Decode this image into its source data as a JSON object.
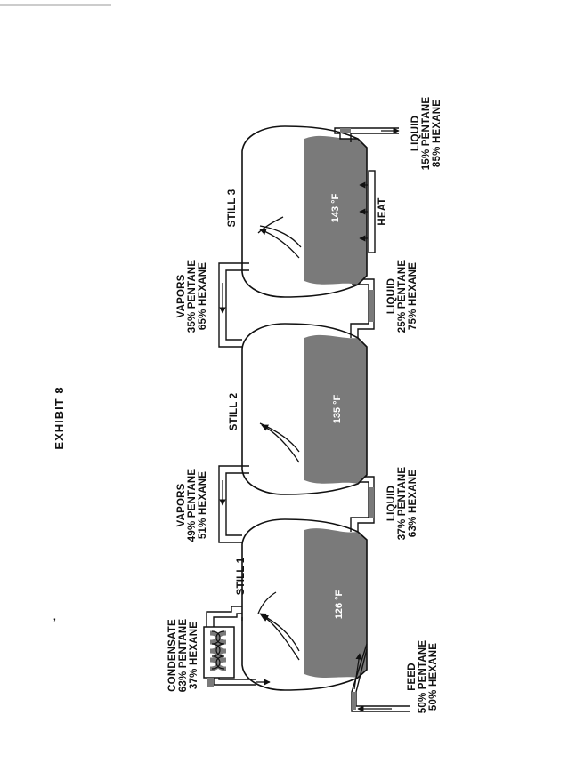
{
  "title": "EXHIBIT 8",
  "stills": [
    {
      "name": "STILL 1",
      "temperature": "126 °F"
    },
    {
      "name": "STILL 2",
      "temperature": "135 °F"
    },
    {
      "name": "STILL 3",
      "temperature": "143 °F"
    }
  ],
  "condensate": [
    "CONDENSATE",
    "63% PENTANE",
    "37% HEXANE"
  ],
  "feed": [
    "FEED",
    "50% PENTANE",
    "50% HEXANE"
  ],
  "vapors_1": [
    "VAPORS",
    "49% PENTANE",
    "51% HEXANE"
  ],
  "vapors_2": [
    "VAPORS",
    "35% PENTANE",
    "65% HEXANE"
  ],
  "liquid_1": [
    "LIQUID",
    "37% PENTANE",
    "63% HEXANE"
  ],
  "liquid_2": [
    "LIQUID",
    "25% PENTANE",
    "75% HEXANE"
  ],
  "liquid_out": [
    "LIQUID",
    "15% PENTANE",
    "85% HEXANE"
  ],
  "heat_label": "HEAT",
  "colors": {
    "liquid": "#7a7a7a",
    "line": "#111111",
    "paper": "#ffffff"
  }
}
